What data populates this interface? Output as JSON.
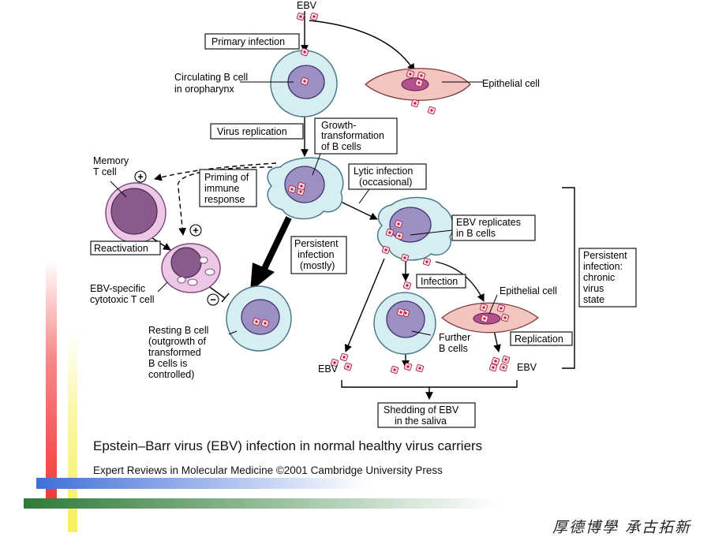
{
  "labels": {
    "ebv_top": "EBV",
    "primary_infection": "Primary infection",
    "circ_b_cell_1": "Circulating B cell",
    "circ_b_cell_2": "in oropharynx",
    "epithelial_top": "Epithelial cell",
    "virus_replication": "Virus replication",
    "growth_1": "Growth-",
    "growth_2": "transformation",
    "growth_3": "of B cells",
    "memory_1": "Memory",
    "memory_2": "T cell",
    "priming_1": "Priming of",
    "priming_2": "immune",
    "priming_3": "response",
    "lytic_1": "Lytic infection",
    "lytic_2": "(occasional)",
    "reactivation": "Reactivation",
    "persistent_mostly_1": "Persistent",
    "persistent_mostly_2": "infection",
    "persistent_mostly_3": "(mostly)",
    "ebv_replicates_1": "EBV replicates",
    "ebv_replicates_2": "in B cells",
    "ctl_1": "EBV-specific",
    "ctl_2": "cytotoxic T cell",
    "infection": "Infection",
    "epithelial_right": "Epithelial cell",
    "resting_1": "Resting B cell",
    "resting_2": "(outgrowth of",
    "resting_3": "transformed",
    "resting_4": "B cells is",
    "resting_5": "controlled)",
    "further_1": "Further",
    "further_2": "B cells",
    "replication": "Replication",
    "ebv_left": "EBV",
    "ebv_right": "EBV",
    "chronic_1": "Persistent",
    "chronic_2": "infection:",
    "chronic_3": "chronic",
    "chronic_4": "virus",
    "chronic_5": "state",
    "shedding_1": "Shedding of EBV",
    "shedding_2": "in the saliva",
    "plus": "+",
    "minus": "−"
  },
  "caption": "Epstein–Barr virus (EBV) infection in normal healthy virus carriers",
  "credit": "Expert Reviews in Molecular Medicine ©2001 Cambridge University Press",
  "seal_text": "厚德博學 承古拓新",
  "colors": {
    "b_cell_fill": "#d6eef2",
    "b_cell_stroke": "#4a7a88",
    "nucleus_fill": "#9d8fc4",
    "nucleus_stroke": "#3d3470",
    "t_cell_fill": "#ecc8e6",
    "t_cell_stroke": "#7c4a7a",
    "t_nucleus_fill": "#8a5a8c",
    "epithelial_fill": "#f4c4c0",
    "epithelial_nucleus": "#b2528c",
    "virion_fill": "#f9dde6",
    "virion_stroke": "#b0304f",
    "virion_core": "#c01838",
    "deco_red": "#f03a3a",
    "deco_yellow": "#f6f05a",
    "deco_blue": "#3f6fd8",
    "deco_green": "#2f7a3a"
  }
}
